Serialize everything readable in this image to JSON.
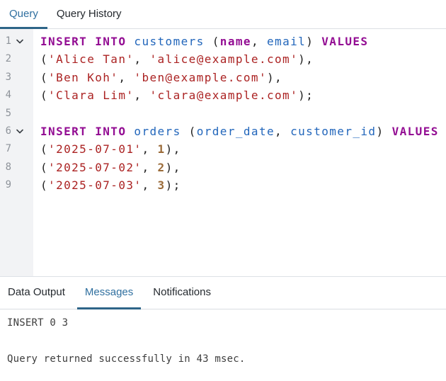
{
  "top_tabs": [
    {
      "label": "Query",
      "active": true
    },
    {
      "label": "Query History",
      "active": false
    }
  ],
  "editor": {
    "colors": {
      "keyword": "#930d93",
      "identifier": "#2266bb",
      "string": "#ab2222",
      "number": "#9a6a38",
      "plain": "#1f1f1f"
    },
    "gutter_bg": "#f2f3f5",
    "line_number_color": "#8e939a",
    "lines": [
      {
        "num": 1,
        "fold": true,
        "tokens": [
          {
            "t": "INSERT INTO",
            "c": "keyword"
          },
          {
            "t": " ",
            "c": "plain"
          },
          {
            "t": "customers",
            "c": "identifier"
          },
          {
            "t": " (",
            "c": "plain"
          },
          {
            "t": "name",
            "c": "keyword"
          },
          {
            "t": ", ",
            "c": "plain"
          },
          {
            "t": "email",
            "c": "identifier"
          },
          {
            "t": ") ",
            "c": "plain"
          },
          {
            "t": "VALUES",
            "c": "keyword"
          }
        ]
      },
      {
        "num": 2,
        "fold": false,
        "tokens": [
          {
            "t": "(",
            "c": "plain"
          },
          {
            "t": "'Alice Tan'",
            "c": "string"
          },
          {
            "t": ", ",
            "c": "plain"
          },
          {
            "t": "'alice@example.com'",
            "c": "string"
          },
          {
            "t": "),",
            "c": "plain"
          }
        ]
      },
      {
        "num": 3,
        "fold": false,
        "tokens": [
          {
            "t": "(",
            "c": "plain"
          },
          {
            "t": "'Ben Koh'",
            "c": "string"
          },
          {
            "t": ", ",
            "c": "plain"
          },
          {
            "t": "'ben@example.com'",
            "c": "string"
          },
          {
            "t": "),",
            "c": "plain"
          }
        ]
      },
      {
        "num": 4,
        "fold": false,
        "tokens": [
          {
            "t": "(",
            "c": "plain"
          },
          {
            "t": "'Clara Lim'",
            "c": "string"
          },
          {
            "t": ", ",
            "c": "plain"
          },
          {
            "t": "'clara@example.com'",
            "c": "string"
          },
          {
            "t": ");",
            "c": "plain"
          }
        ]
      },
      {
        "num": 5,
        "fold": false,
        "tokens": []
      },
      {
        "num": 6,
        "fold": true,
        "tokens": [
          {
            "t": "INSERT INTO",
            "c": "keyword"
          },
          {
            "t": " ",
            "c": "plain"
          },
          {
            "t": "orders",
            "c": "identifier"
          },
          {
            "t": " (",
            "c": "plain"
          },
          {
            "t": "order_date",
            "c": "identifier"
          },
          {
            "t": ", ",
            "c": "plain"
          },
          {
            "t": "customer_id",
            "c": "identifier"
          },
          {
            "t": ") ",
            "c": "plain"
          },
          {
            "t": "VALUES",
            "c": "keyword"
          }
        ]
      },
      {
        "num": 7,
        "fold": false,
        "tokens": [
          {
            "t": "(",
            "c": "plain"
          },
          {
            "t": "'2025-07-01'",
            "c": "string"
          },
          {
            "t": ", ",
            "c": "plain"
          },
          {
            "t": "1",
            "c": "number"
          },
          {
            "t": "),",
            "c": "plain"
          }
        ]
      },
      {
        "num": 8,
        "fold": false,
        "tokens": [
          {
            "t": "(",
            "c": "plain"
          },
          {
            "t": "'2025-07-02'",
            "c": "string"
          },
          {
            "t": ", ",
            "c": "plain"
          },
          {
            "t": "2",
            "c": "number"
          },
          {
            "t": "),",
            "c": "plain"
          }
        ]
      },
      {
        "num": 9,
        "fold": false,
        "tokens": [
          {
            "t": "(",
            "c": "plain"
          },
          {
            "t": "'2025-07-03'",
            "c": "string"
          },
          {
            "t": ", ",
            "c": "plain"
          },
          {
            "t": "3",
            "c": "number"
          },
          {
            "t": ");",
            "c": "plain"
          }
        ]
      }
    ]
  },
  "bottom_tabs": [
    {
      "label": "Data Output",
      "active": false
    },
    {
      "label": "Messages",
      "active": true
    },
    {
      "label": "Notifications",
      "active": false
    }
  ],
  "messages": {
    "line1": "INSERT 0 3",
    "line2": "Query returned successfully in 43 msec."
  },
  "accent": {
    "active_tab_text": "#2f6f9f",
    "active_tab_underline": "#2e6588"
  }
}
